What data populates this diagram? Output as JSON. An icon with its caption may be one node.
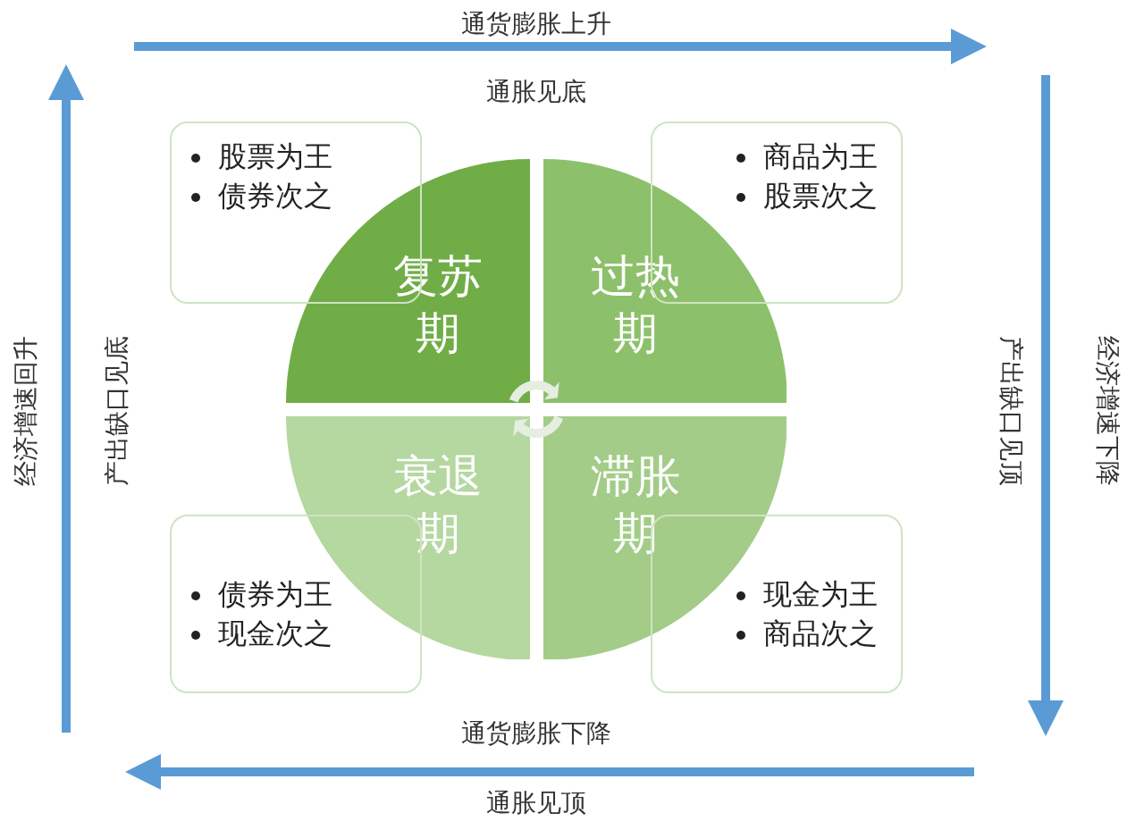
{
  "diagram": {
    "nodes": [
      {
        "text": [
          "股票为王",
          "债券次之"
        ]
      },
      {
        "text": [
          "商品为王",
          "股票次之"
        ]
      },
      {
        "text": [
          "复苏期"
        ]
      },
      {
        "text": [
          "过热期"
        ]
      },
      {
        "text": [
          "衰退期"
        ]
      },
      {
        "text": [
          "滞胀期"
        ]
      },
      {
        "text": [
          "债券为王",
          "现金次之"
        ]
      },
      {
        "text": [
          "现金为王",
          "商品次之"
        ]
      }
    ],
    "labels": [
      "通货膨胀上升",
      "通胀见底",
      "经济增速回升",
      "产出缺口见底",
      "产出缺口见顶",
      "经济增速下降",
      "通货膨胀下降",
      "通胀见顶"
    ]
  }
}
